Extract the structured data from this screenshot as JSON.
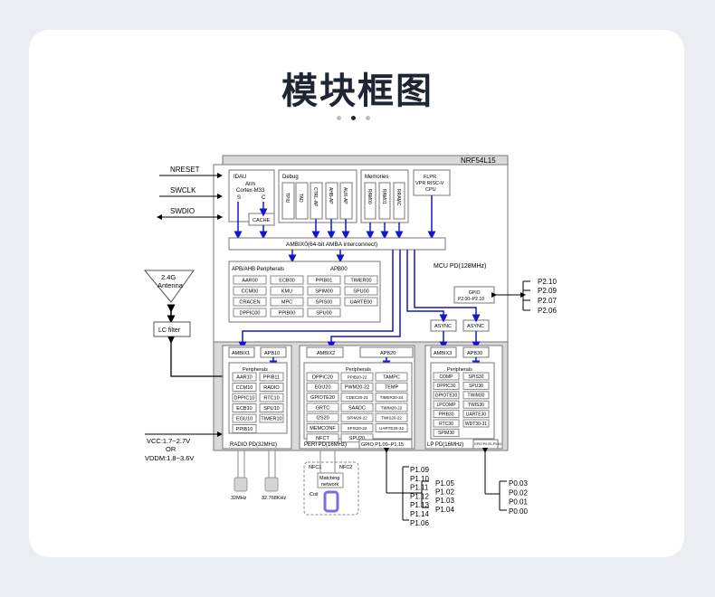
{
  "page": {
    "title": "模块框图"
  },
  "diagram": {
    "chip_name": "NRF54L15",
    "inputs": [
      "NRESET",
      "SWCLK",
      "SWDIO"
    ],
    "cpu": {
      "title": "IDAU",
      "lines": [
        "Arm",
        "Cortex-M33"
      ],
      "s": "S",
      "c": "C",
      "cache": "CACHE"
    },
    "debug": {
      "title": "Debug",
      "items": [
        "TPIU",
        "TAD",
        "CTRL-AP",
        "AHB-AP",
        "AUX-AP"
      ]
    },
    "memories": {
      "title": "Memories",
      "items": [
        "RAM00",
        "RAM01",
        "RRAMC"
      ]
    },
    "flpr": [
      "FLPR",
      "VPR RISC-V",
      "CPU"
    ],
    "ambix0": "AMBIX0(64-bit AMBA interconnect)",
    "mcu_pd": "MCU PD(128MHz)",
    "apb_group": {
      "title": "APB/AHB Peripherals",
      "bus": "APB00",
      "cells": [
        "AAR00",
        "ECB00",
        "PPIB01",
        "TIMER00",
        "CCM00",
        "KMU",
        "SPIM00",
        "SPU00",
        "CRACEN",
        "MPC",
        "SPIS00",
        "UARTE00",
        "DPPIC00",
        "PPIB00",
        "SPU00"
      ]
    },
    "gpio_mcu": {
      "title": "GPIO",
      "range": "P2.00–P2.10"
    },
    "async": [
      "ASYNC",
      "ASYNC"
    ],
    "p2_pins": [
      "P2.10",
      "P2.09",
      "P2.07",
      "P2.06"
    ],
    "antenna": [
      "2.4G",
      "Antenna"
    ],
    "lc_filter": "LC filter",
    "supply": [
      "VCC:1.7~2.7V",
      "OR",
      "VDDM:1.8~3.6V"
    ],
    "radio_pd": {
      "bus1": "AMBIX1",
      "bus2": "APB10",
      "title": "Peripherals",
      "cells": [
        "AAR10",
        "PPIB11",
        "CCM10",
        "RADIO",
        "DPPIC10",
        "RTC10",
        "ECB10",
        "SPU10",
        "EGU10",
        "TIMER10",
        "PPIB10"
      ],
      "label": "RADIO PD(32MHz)"
    },
    "perri_pd": {
      "bus1": "AMBIX2",
      "bus2": "APB20",
      "title": "Peripherals",
      "cells": [
        "DPPIC20",
        "PPIB20-22",
        "TAMPC",
        "EGU20",
        "PWM20-22",
        "TEMP",
        "GPIOTE20",
        "CDEC20-21",
        "TIMER20-24",
        "GRTC",
        "SAADC",
        "TWIM20-22",
        "I2S20",
        "SPIM20-22",
        "TWIS20-22",
        "MEMCONF",
        "SPIS20-22",
        "UARTE20-22",
        "NFCT",
        "SPU20"
      ],
      "label": "PERI PD(16MHz)",
      "gpio": "GPIO P1.00–P1.15"
    },
    "lp_pd": {
      "bus1": "AMBIX3",
      "bus2": "APB30",
      "title": "Peripherals",
      "cells": [
        "COMP",
        "SPIS30",
        "DPPIC30",
        "SPU30",
        "GPIOTE30",
        "TWIM30",
        "LPCOMP",
        "TWIS30",
        "PPIB30",
        "UARTE30",
        "RTC30",
        "WDT30-31",
        "SPIM30"
      ],
      "label": "LP PD(16MHz)",
      "gpio": "GPIO P0.00–P0.04"
    },
    "crystals": [
      "32MHz",
      "32.768KHz"
    ],
    "nfc": {
      "nfc1": "NFC1",
      "nfc2": "NFC2",
      "network": [
        "Matching",
        "network"
      ],
      "coil": "Coil"
    },
    "p1_pins_left": [
      "P1.09",
      "P1.10",
      "P1.11",
      "P1.12",
      "P1.13",
      "P1.14",
      "P1.06"
    ],
    "p1_pins_right": [
      "P1.05",
      "P1.02",
      "P1.03",
      "P1.04"
    ],
    "p0_pins": [
      "P0.03",
      "P0.02",
      "P0.01",
      "P0.00"
    ],
    "colors": {
      "bus": "#1515cc",
      "frame": "#777777",
      "chip_bg": "#d9d9d9",
      "coil": "#7a6ee0"
    }
  }
}
